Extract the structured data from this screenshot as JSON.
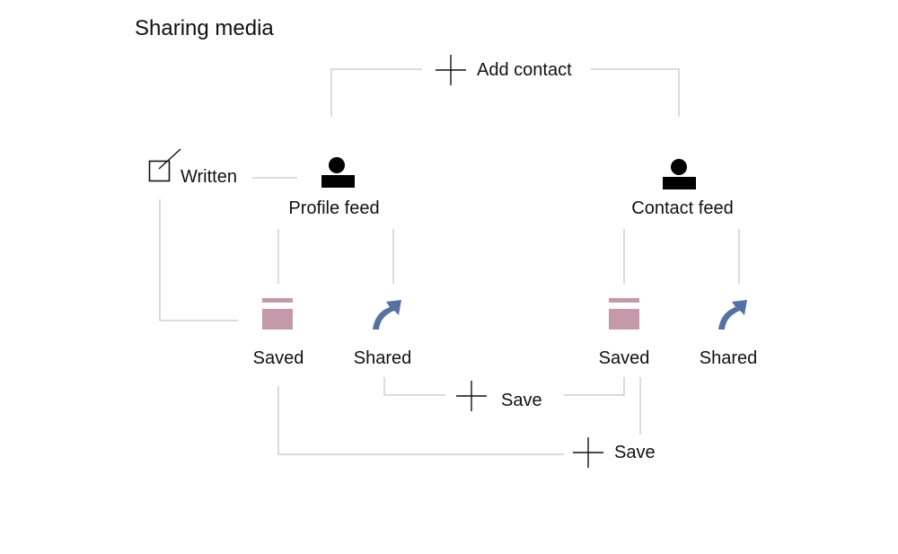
{
  "title": "Sharing media",
  "nodes": {
    "written": "Written",
    "profile_feed": "Profile feed",
    "contact_feed": "Contact feed",
    "saved_left": "Saved",
    "shared_left": "Shared",
    "saved_right": "Saved",
    "shared_right": "Shared"
  },
  "actions": {
    "add_contact": "Add contact",
    "save_middle": "Save",
    "save_bottom": "Save"
  },
  "colors": {
    "line": "#c8c8c8",
    "saved_icon": "#c49aab",
    "shared_icon": "#5672a3",
    "person_icon": "#000000"
  },
  "icons": [
    "written-icon",
    "person-icon",
    "saved-icon",
    "shared-icon",
    "plus-icon"
  ]
}
